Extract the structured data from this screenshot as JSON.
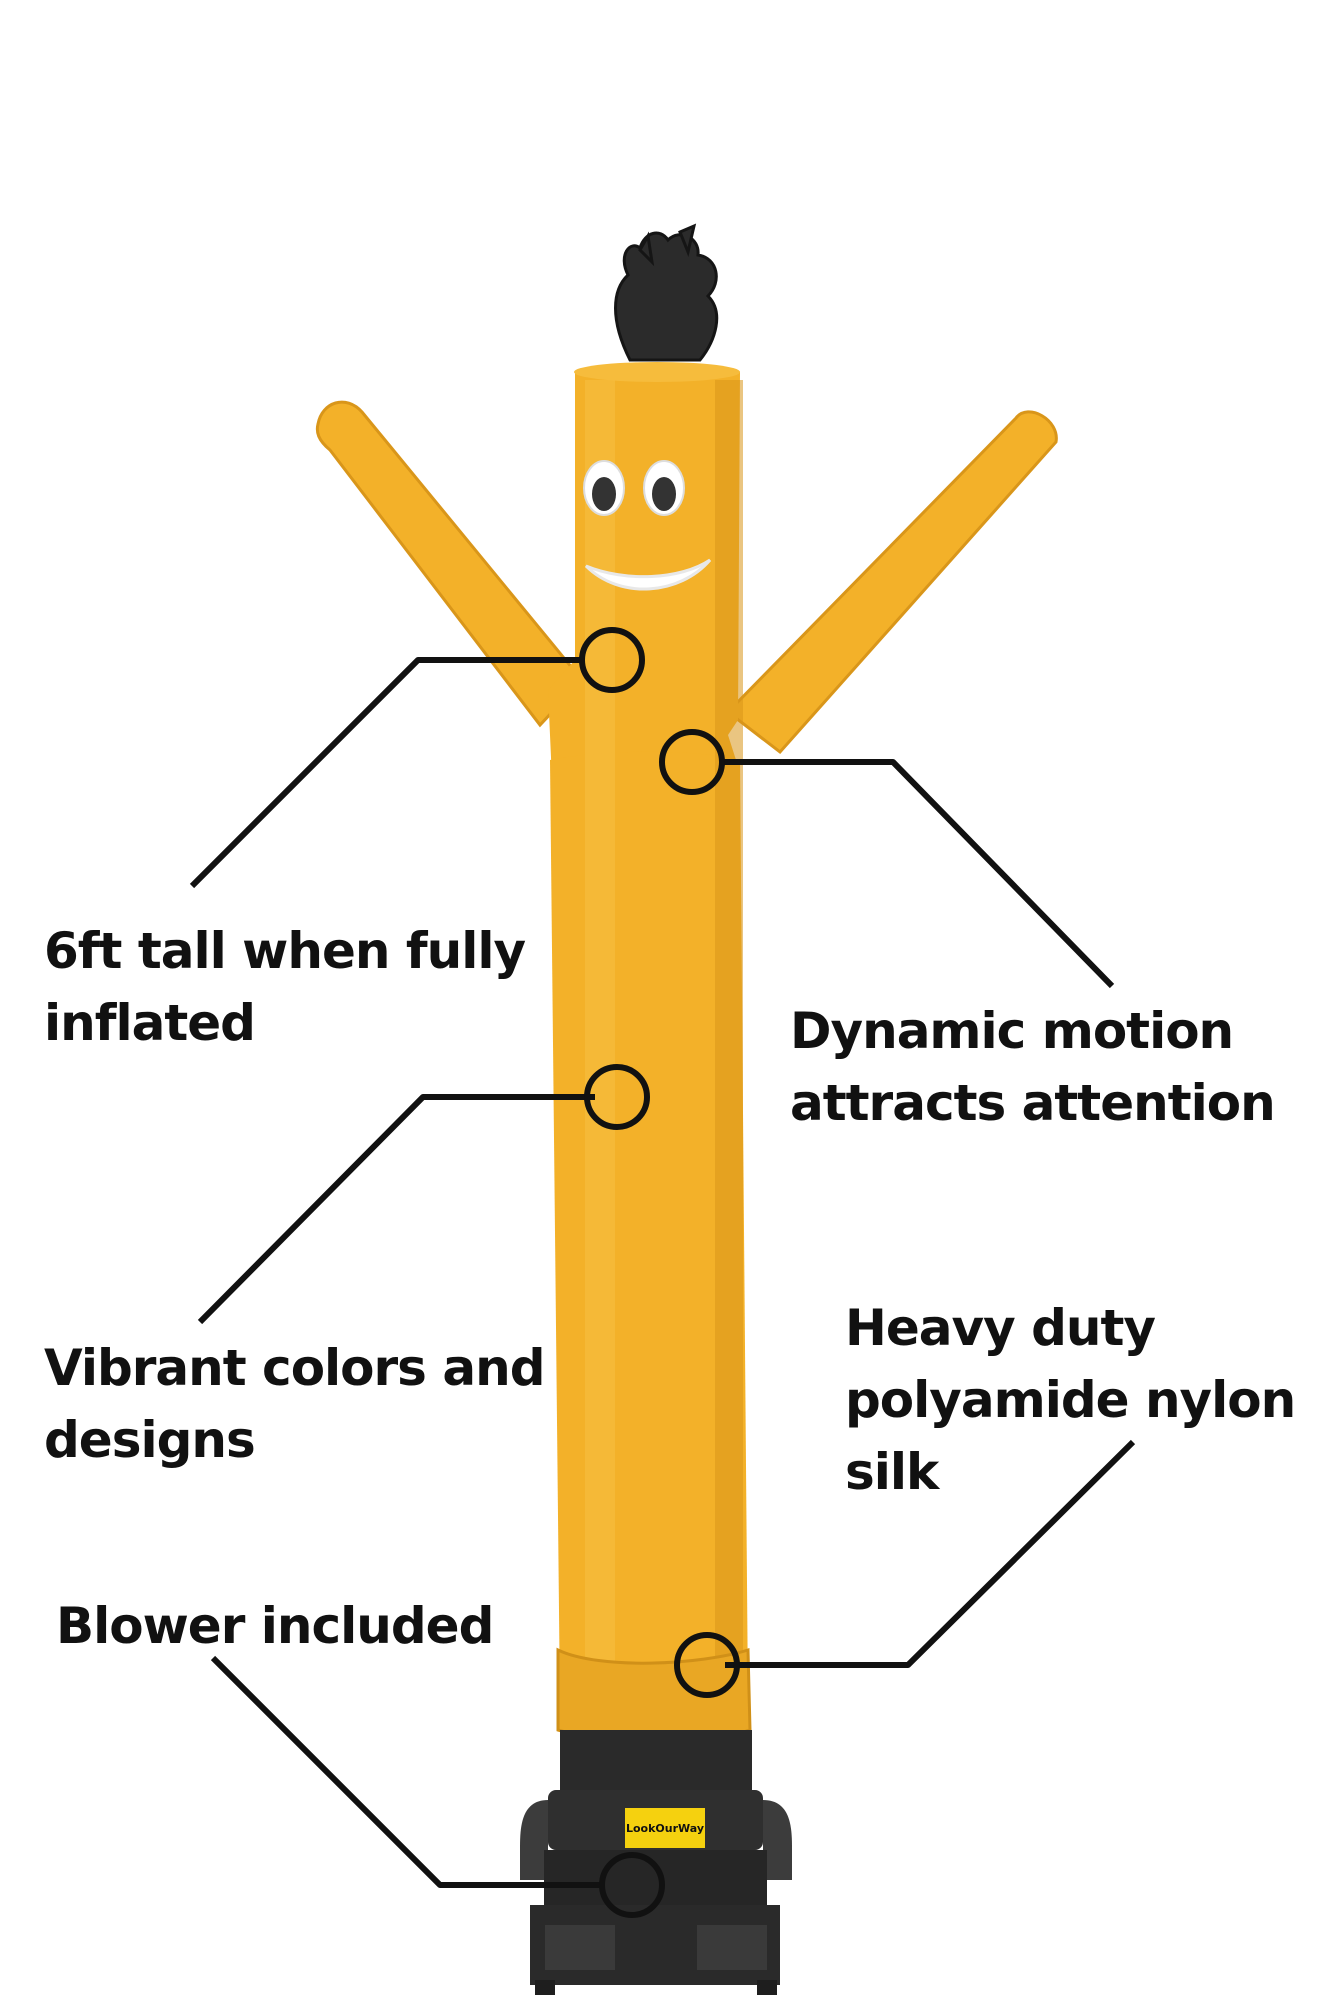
{
  "colors": {
    "tube": "#F3B129",
    "tube_shade": "#D9961A",
    "tube_highlight": "#F8C34A",
    "blower": "#2A2A2A",
    "blower_light": "#3C3C3C",
    "callout_line": "#111111",
    "text": "#111111",
    "decal": "#F5D10F",
    "face": "#FFFFFF"
  },
  "blower": {
    "brand_decal": "LookOurWay"
  },
  "callouts": [
    {
      "id": "height",
      "lines": [
        "6ft tall when fully",
        "inflated"
      ]
    },
    {
      "id": "motion",
      "lines": [
        "Dynamic motion",
        "attracts attention"
      ]
    },
    {
      "id": "colors",
      "lines": [
        "Vibrant colors and",
        "designs"
      ]
    },
    {
      "id": "material",
      "lines": [
        "Heavy duty",
        "polyamide nylon",
        "silk"
      ]
    },
    {
      "id": "blower",
      "lines": [
        "Blower included"
      ]
    }
  ]
}
